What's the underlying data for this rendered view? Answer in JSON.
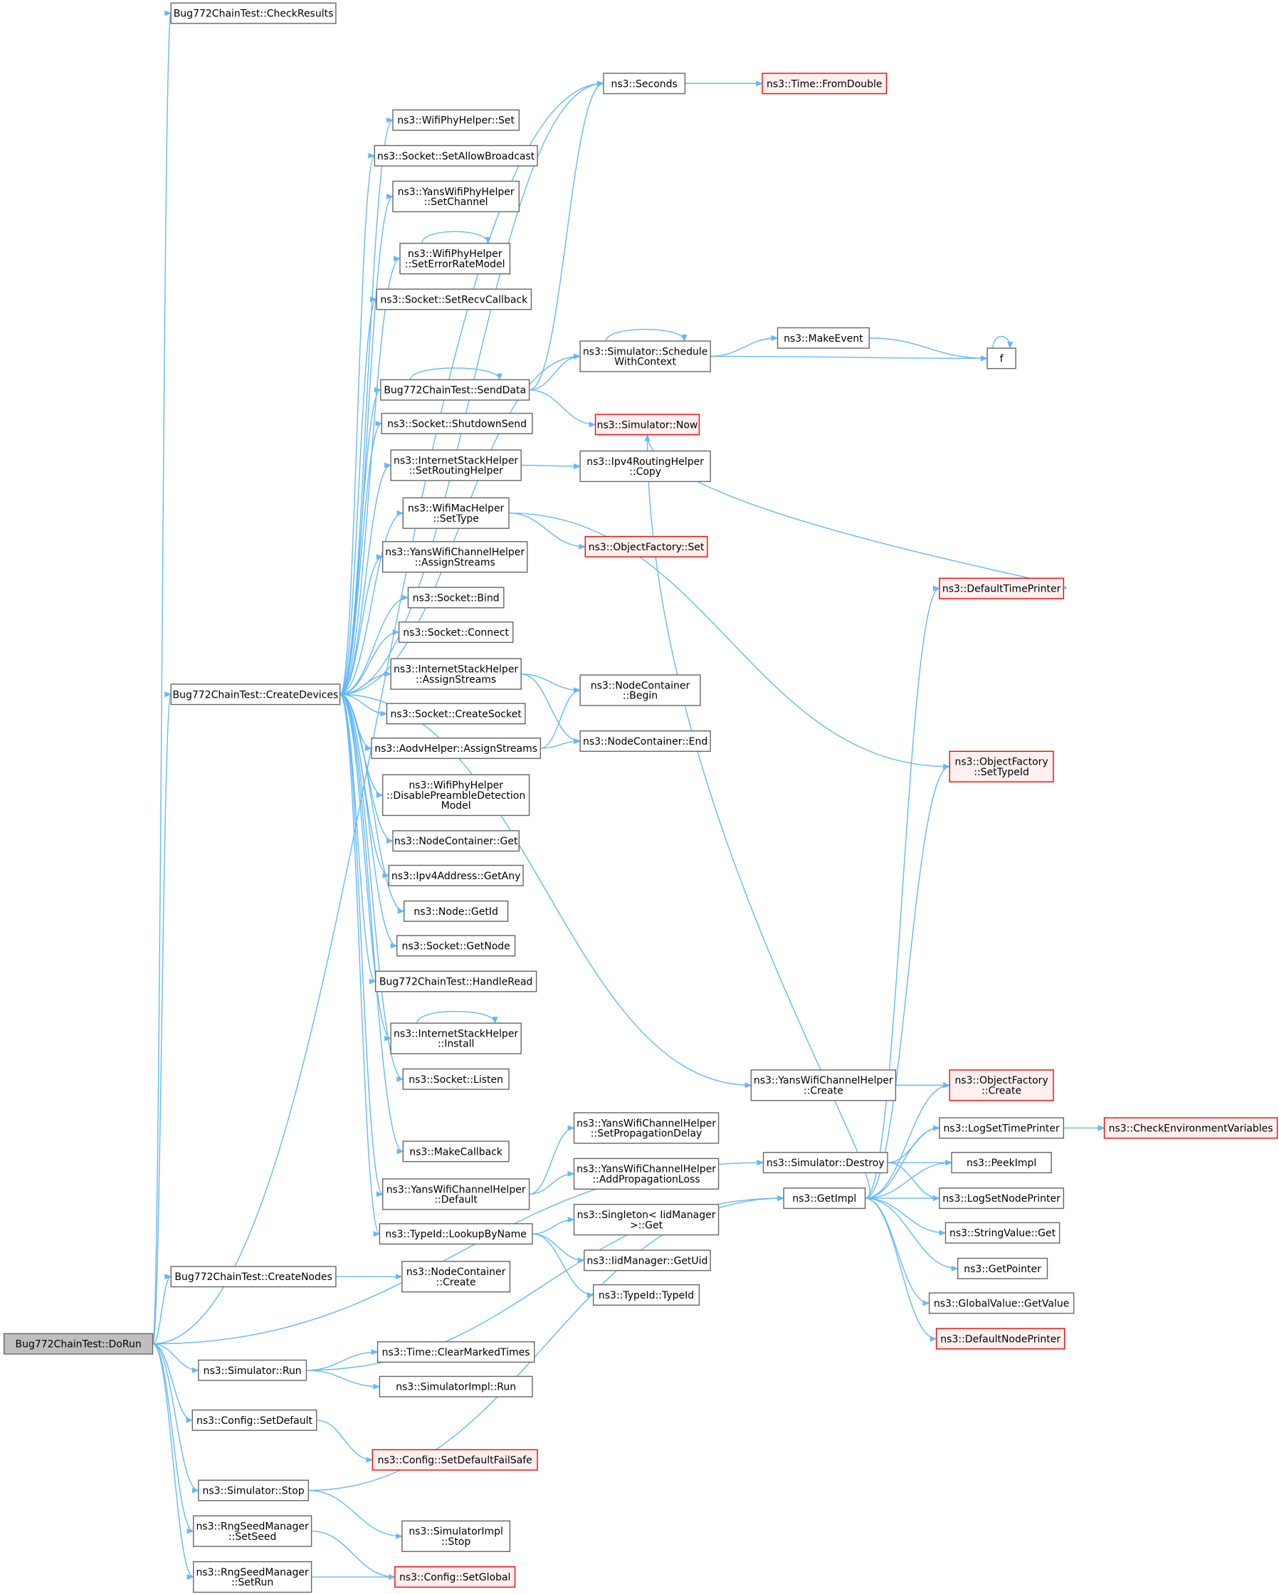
{
  "colors": {
    "edge": "#63b8ff",
    "box_border": "#666666",
    "root_fill": "#bfbfbf",
    "truncated_border": "#ff0000",
    "truncated_fill": "#fff0f0"
  },
  "nodes": [
    {
      "id": "DoRun",
      "lines": [
        "Bug772ChainTest::DoRun"
      ],
      "style": "root"
    },
    {
      "id": "CheckResults",
      "lines": [
        "Bug772ChainTest::CheckResults"
      ]
    },
    {
      "id": "Seconds",
      "lines": [
        "ns3::Seconds"
      ]
    },
    {
      "id": "FromDouble",
      "lines": [
        "ns3::Time::FromDouble"
      ],
      "style": "trunc"
    },
    {
      "id": "WPHSet",
      "lines": [
        "ns3::WifiPhyHelper::Set"
      ]
    },
    {
      "id": "SetAllowBroadcast",
      "lines": [
        "ns3::Socket::SetAllowBroadcast"
      ]
    },
    {
      "id": "YWPHSetChannel",
      "lines": [
        "ns3::YansWifiPhyHelper",
        "::SetChannel"
      ]
    },
    {
      "id": "SetErrorRateModel",
      "lines": [
        "ns3::WifiPhyHelper",
        "::SetErrorRateModel"
      ]
    },
    {
      "id": "SetRecvCallback",
      "lines": [
        "ns3::Socket::SetRecvCallback"
      ]
    },
    {
      "id": "ScheduleWithContext",
      "lines": [
        "ns3::Simulator::Schedule",
        "WithContext"
      ]
    },
    {
      "id": "MakeEvent",
      "lines": [
        "ns3::MakeEvent"
      ]
    },
    {
      "id": "f",
      "lines": [
        "f"
      ]
    },
    {
      "id": "SendData",
      "lines": [
        "Bug772ChainTest::SendData"
      ]
    },
    {
      "id": "Now",
      "lines": [
        "ns3::Simulator::Now"
      ],
      "style": "trunc"
    },
    {
      "id": "ShutdownSend",
      "lines": [
        "ns3::Socket::ShutdownSend"
      ]
    },
    {
      "id": "SetRoutingHelper",
      "lines": [
        "ns3::InternetStackHelper",
        "::SetRoutingHelper"
      ]
    },
    {
      "id": "Ipv4Copy",
      "lines": [
        "ns3::Ipv4RoutingHelper",
        "::Copy"
      ]
    },
    {
      "id": "WMHSetType",
      "lines": [
        "ns3::WifiMacHelper",
        "::SetType"
      ]
    },
    {
      "id": "OFSet",
      "lines": [
        "ns3::ObjectFactory::Set"
      ],
      "style": "trunc"
    },
    {
      "id": "YWCHAssign",
      "lines": [
        "ns3::YansWifiChannelHelper",
        "::AssignStreams"
      ]
    },
    {
      "id": "DefaultTimePrinter",
      "lines": [
        "ns3::DefaultTimePrinter"
      ],
      "style": "trunc"
    },
    {
      "id": "Bind",
      "lines": [
        "ns3::Socket::Bind"
      ]
    },
    {
      "id": "Connect",
      "lines": [
        "ns3::Socket::Connect"
      ]
    },
    {
      "id": "CreateDevices",
      "lines": [
        "Bug772ChainTest::CreateDevices"
      ]
    },
    {
      "id": "ISHAssign",
      "lines": [
        "ns3::InternetStackHelper",
        "::AssignStreams"
      ]
    },
    {
      "id": "NCBegin",
      "lines": [
        "ns3::NodeContainer",
        "::Begin"
      ]
    },
    {
      "id": "CreateSocket",
      "lines": [
        "ns3::Socket::CreateSocket"
      ]
    },
    {
      "id": "AodvAssign",
      "lines": [
        "ns3::AodvHelper::AssignStreams"
      ]
    },
    {
      "id": "NCEnd",
      "lines": [
        "ns3::NodeContainer::End"
      ]
    },
    {
      "id": "OFSetTypeId",
      "lines": [
        "ns3::ObjectFactory",
        "::SetTypeId"
      ],
      "style": "trunc"
    },
    {
      "id": "DisablePreamble",
      "lines": [
        "ns3::WifiPhyHelper",
        "::DisablePreambleDetection",
        "Model"
      ]
    },
    {
      "id": "NCGet",
      "lines": [
        "ns3::NodeContainer::Get"
      ]
    },
    {
      "id": "GetAny",
      "lines": [
        "ns3::Ipv4Address::GetAny"
      ]
    },
    {
      "id": "GetId",
      "lines": [
        "ns3::Node::GetId"
      ]
    },
    {
      "id": "GetNode",
      "lines": [
        "ns3::Socket::GetNode"
      ]
    },
    {
      "id": "HandleRead",
      "lines": [
        "Bug772ChainTest::HandleRead"
      ]
    },
    {
      "id": "ISHInstall",
      "lines": [
        "ns3::InternetStackHelper",
        "::Install"
      ]
    },
    {
      "id": "Listen",
      "lines": [
        "ns3::Socket::Listen"
      ]
    },
    {
      "id": "YWCHCreate",
      "lines": [
        "ns3::YansWifiChannelHelper",
        "::Create"
      ]
    },
    {
      "id": "OFCreate",
      "lines": [
        "ns3::ObjectFactory",
        "::Create"
      ],
      "style": "trunc"
    },
    {
      "id": "SetPropDelay",
      "lines": [
        "ns3::YansWifiChannelHelper",
        "::SetPropagationDelay"
      ]
    },
    {
      "id": "LogSetTimePrinter",
      "lines": [
        "ns3::LogSetTimePrinter"
      ]
    },
    {
      "id": "CheckEnv",
      "lines": [
        "ns3::CheckEnvironmentVariables"
      ],
      "style": "trunc"
    },
    {
      "id": "MakeCallback",
      "lines": [
        "ns3::MakeCallback"
      ]
    },
    {
      "id": "SimDestroy",
      "lines": [
        "ns3::Simulator::Destroy"
      ]
    },
    {
      "id": "PeekImpl",
      "lines": [
        "ns3::PeekImpl"
      ]
    },
    {
      "id": "AddPropLoss",
      "lines": [
        "ns3::YansWifiChannelHelper",
        "::AddPropagationLoss"
      ]
    },
    {
      "id": "YWCHDefault",
      "lines": [
        "ns3::YansWifiChannelHelper",
        "::Default"
      ]
    },
    {
      "id": "GetImpl",
      "lines": [
        "ns3::GetImpl"
      ]
    },
    {
      "id": "LogSetNodePrinter",
      "lines": [
        "ns3::LogSetNodePrinter"
      ]
    },
    {
      "id": "SingletonGet",
      "lines": [
        "ns3::Singleton< IidManager",
        ">::Get"
      ]
    },
    {
      "id": "StringValueGet",
      "lines": [
        "ns3::StringValue::Get"
      ]
    },
    {
      "id": "LookupByName",
      "lines": [
        "ns3::TypeId::LookupByName"
      ]
    },
    {
      "id": "GetUid",
      "lines": [
        "ns3::IidManager::GetUid"
      ]
    },
    {
      "id": "GetPointer",
      "lines": [
        "ns3::GetPointer"
      ]
    },
    {
      "id": "CreateNodes",
      "lines": [
        "Bug772ChainTest::CreateNodes"
      ]
    },
    {
      "id": "NCCreate",
      "lines": [
        "ns3::NodeContainer",
        "::Create"
      ]
    },
    {
      "id": "TypeIdTypeId",
      "lines": [
        "ns3::TypeId::TypeId"
      ]
    },
    {
      "id": "GVGetValue",
      "lines": [
        "ns3::GlobalValue::GetValue"
      ]
    },
    {
      "id": "DefaultNodePrinter",
      "lines": [
        "ns3::DefaultNodePrinter"
      ],
      "style": "trunc"
    },
    {
      "id": "ClearMarkedTimes",
      "lines": [
        "ns3::Time::ClearMarkedTimes"
      ]
    },
    {
      "id": "SimRun",
      "lines": [
        "ns3::Simulator::Run"
      ]
    },
    {
      "id": "SimImplRun",
      "lines": [
        "ns3::SimulatorImpl::Run"
      ]
    },
    {
      "id": "ConfigSetDefault",
      "lines": [
        "ns3::Config::SetDefault"
      ]
    },
    {
      "id": "SetDefaultFailSafe",
      "lines": [
        "ns3::Config::SetDefaultFailSafe"
      ],
      "style": "trunc"
    },
    {
      "id": "SimStop",
      "lines": [
        "ns3::Simulator::Stop"
      ]
    },
    {
      "id": "SetSeed",
      "lines": [
        "ns3::RngSeedManager",
        "::SetSeed"
      ]
    },
    {
      "id": "SimImplStop",
      "lines": [
        "ns3::SimulatorImpl",
        "::Stop"
      ]
    },
    {
      "id": "SetRun",
      "lines": [
        "ns3::RngSeedManager",
        "::SetRun"
      ]
    },
    {
      "id": "SetGlobal",
      "lines": [
        "ns3::Config::SetGlobal"
      ],
      "style": "trunc"
    }
  ],
  "edges": [
    [
      "DoRun",
      "CheckResults"
    ],
    [
      "DoRun",
      "Seconds"
    ],
    [
      "DoRun",
      "CreateDevices"
    ],
    [
      "DoRun",
      "CreateNodes"
    ],
    [
      "DoRun",
      "SimDestroy"
    ],
    [
      "DoRun",
      "SimRun"
    ],
    [
      "DoRun",
      "ConfigSetDefault"
    ],
    [
      "DoRun",
      "SimStop"
    ],
    [
      "DoRun",
      "SetSeed"
    ],
    [
      "DoRun",
      "SetRun"
    ],
    [
      "Seconds",
      "FromDouble"
    ],
    [
      "CreateDevices",
      "Seconds"
    ],
    [
      "CreateDevices",
      "WPHSet"
    ],
    [
      "CreateDevices",
      "SetAllowBroadcast"
    ],
    [
      "CreateDevices",
      "YWPHSetChannel"
    ],
    [
      "CreateDevices",
      "SetErrorRateModel"
    ],
    [
      "CreateDevices",
      "SetRecvCallback"
    ],
    [
      "CreateDevices",
      "ScheduleWithContext"
    ],
    [
      "CreateDevices",
      "SendData"
    ],
    [
      "CreateDevices",
      "ShutdownSend"
    ],
    [
      "CreateDevices",
      "SetRoutingHelper"
    ],
    [
      "CreateDevices",
      "WMHSetType"
    ],
    [
      "CreateDevices",
      "YWCHAssign"
    ],
    [
      "CreateDevices",
      "Bind"
    ],
    [
      "CreateDevices",
      "Connect"
    ],
    [
      "CreateDevices",
      "ISHAssign"
    ],
    [
      "CreateDevices",
      "CreateSocket"
    ],
    [
      "CreateDevices",
      "AodvAssign"
    ],
    [
      "CreateDevices",
      "DisablePreamble"
    ],
    [
      "CreateDevices",
      "NCGet"
    ],
    [
      "CreateDevices",
      "GetAny"
    ],
    [
      "CreateDevices",
      "GetId"
    ],
    [
      "CreateDevices",
      "GetNode"
    ],
    [
      "CreateDevices",
      "HandleRead"
    ],
    [
      "CreateDevices",
      "ISHInstall"
    ],
    [
      "CreateDevices",
      "Listen"
    ],
    [
      "CreateDevices",
      "YWCHCreate"
    ],
    [
      "CreateDevices",
      "MakeCallback"
    ],
    [
      "CreateDevices",
      "YWCHDefault"
    ],
    [
      "CreateDevices",
      "LookupByName"
    ],
    [
      "SetErrorRateModel",
      "SetErrorRateModel"
    ],
    [
      "ScheduleWithContext",
      "ScheduleWithContext"
    ],
    [
      "ScheduleWithContext",
      "MakeEvent"
    ],
    [
      "ScheduleWithContext",
      "f"
    ],
    [
      "MakeEvent",
      "f"
    ],
    [
      "f",
      "f"
    ],
    [
      "SendData",
      "SendData"
    ],
    [
      "SendData",
      "Seconds"
    ],
    [
      "SendData",
      "ScheduleWithContext"
    ],
    [
      "SendData",
      "Now"
    ],
    [
      "SetRoutingHelper",
      "Ipv4Copy"
    ],
    [
      "WMHSetType",
      "OFSet"
    ],
    [
      "WMHSetType",
      "OFSetTypeId"
    ],
    [
      "ISHAssign",
      "NCBegin"
    ],
    [
      "ISHAssign",
      "NCEnd"
    ],
    [
      "AodvAssign",
      "NCBegin"
    ],
    [
      "AodvAssign",
      "NCEnd"
    ],
    [
      "ISHInstall",
      "ISHInstall"
    ],
    [
      "YWCHCreate",
      "OFCreate"
    ],
    [
      "YWCHDefault",
      "SetPropDelay"
    ],
    [
      "YWCHDefault",
      "AddPropLoss"
    ],
    [
      "LookupByName",
      "SingletonGet"
    ],
    [
      "LookupByName",
      "GetUid"
    ],
    [
      "LookupByName",
      "TypeIdTypeId"
    ],
    [
      "CreateNodes",
      "NCCreate"
    ],
    [
      "SimRun",
      "ClearMarkedTimes"
    ],
    [
      "SimRun",
      "SimImplRun"
    ],
    [
      "SimRun",
      "GetImpl"
    ],
    [
      "ConfigSetDefault",
      "SetDefaultFailSafe"
    ],
    [
      "SimStop",
      "SimImplStop"
    ],
    [
      "SimStop",
      "GetImpl"
    ],
    [
      "SetSeed",
      "SetGlobal"
    ],
    [
      "SetRun",
      "SetGlobal"
    ],
    [
      "SimDestroy",
      "LogSetTimePrinter"
    ],
    [
      "SimDestroy",
      "PeekImpl"
    ],
    [
      "SimDestroy",
      "LogSetNodePrinter"
    ],
    [
      "GetImpl",
      "Now"
    ],
    [
      "GetImpl",
      "DefaultTimePrinter"
    ],
    [
      "GetImpl",
      "OFSetTypeId"
    ],
    [
      "GetImpl",
      "OFCreate"
    ],
    [
      "GetImpl",
      "LogSetTimePrinter"
    ],
    [
      "GetImpl",
      "PeekImpl"
    ],
    [
      "GetImpl",
      "LogSetNodePrinter"
    ],
    [
      "GetImpl",
      "StringValueGet"
    ],
    [
      "GetImpl",
      "GetPointer"
    ],
    [
      "GetImpl",
      "GVGetValue"
    ],
    [
      "GetImpl",
      "DefaultNodePrinter"
    ],
    [
      "DefaultTimePrinter",
      "Now"
    ],
    [
      "LogSetTimePrinter",
      "CheckEnv"
    ]
  ]
}
